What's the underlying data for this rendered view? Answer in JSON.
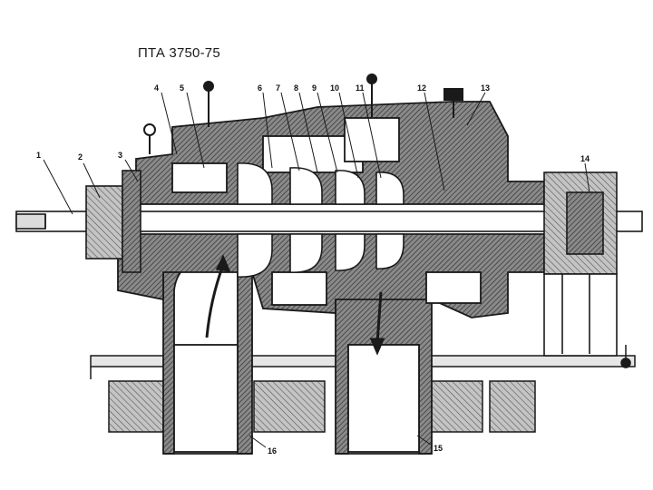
{
  "title": "ПТА 3750-75",
  "callouts": [
    "1",
    "2",
    "3",
    "4",
    "5",
    "6",
    "7",
    "8",
    "9",
    "10",
    "11",
    "12",
    "13",
    "14",
    "15",
    "16"
  ],
  "colors": {
    "ink": "#1a1a1a",
    "hatch": "#6e6e6e",
    "paper": "#ffffff"
  }
}
